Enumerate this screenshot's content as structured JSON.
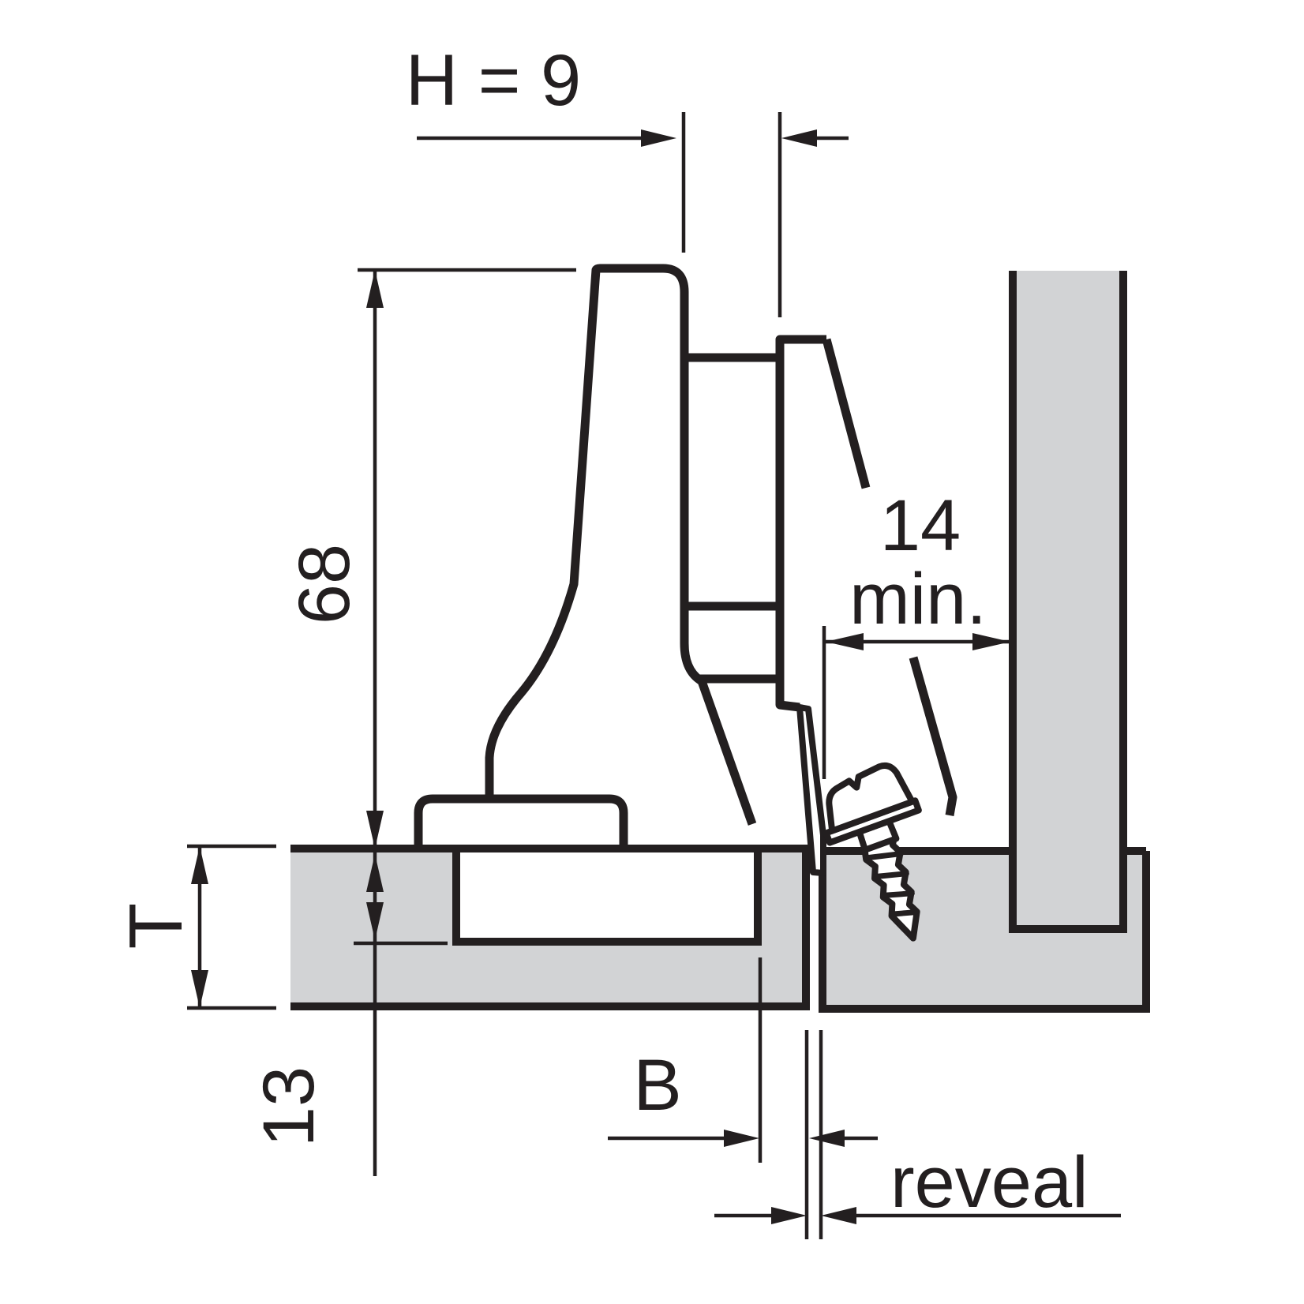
{
  "dim": {
    "h9": "H = 9",
    "height68": "68",
    "cup_depth13": "13",
    "door_thickness": "T",
    "clearance_value": "14",
    "clearance_suffix": "min.",
    "bore_distance": "B",
    "reveal": "reveal"
  },
  "colors": {
    "line": "#231f20",
    "wood": "#d2d3d5",
    "background": "#ffffff"
  }
}
